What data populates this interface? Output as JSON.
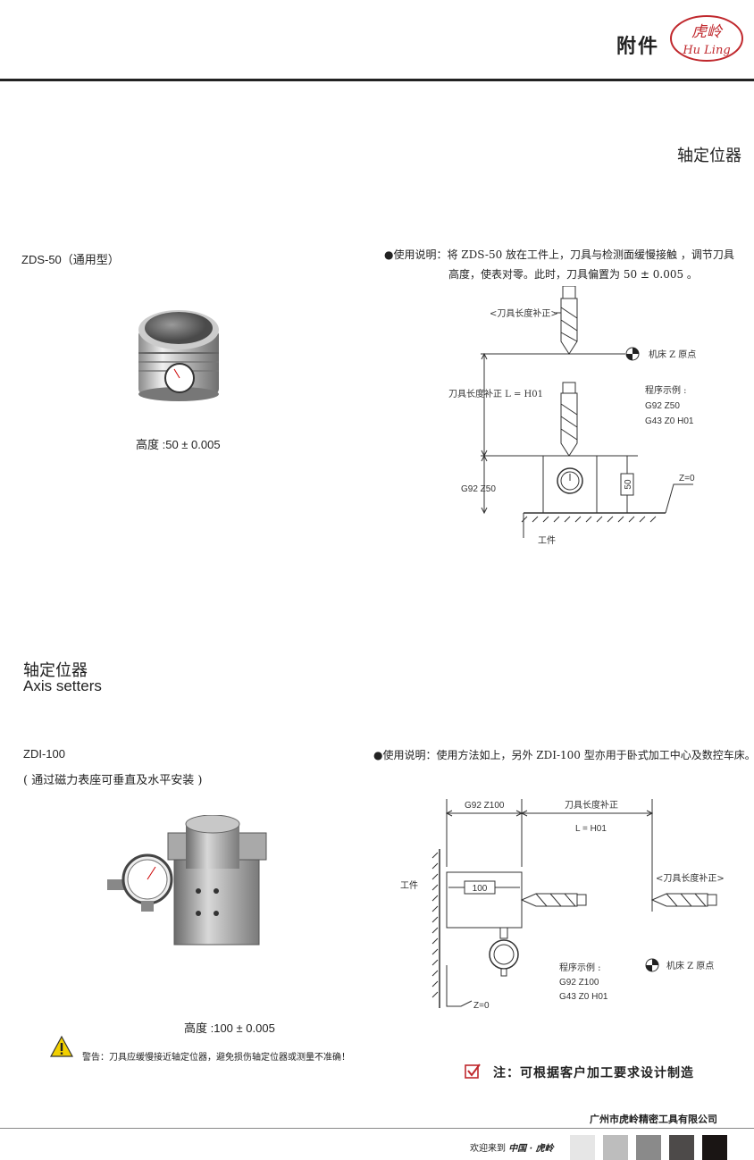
{
  "header": {
    "title": "附件",
    "logo_cn": "虎岭",
    "logo_en": "Hu Ling"
  },
  "section_title_right": "轴定位器",
  "product1": {
    "model": "ZDS-50（通用型）",
    "height_spec": "高度 :50 ± 0.005",
    "usage_line1": "●使用说明：将 ZDS-50 放在工件上，刀具与检测面缓慢接触 ，调节刀具",
    "usage_line2": "高度，使表对零。此时，刀具偏置为 50 ± 0.005 。",
    "diagram": {
      "tool_comp_label": "<刀具长度补正>",
      "machine_origin": "机床 Z 原点",
      "tool_comp_formula": "刀具长度补正 L = H01",
      "program_title": "程序示例 :",
      "program_line1": "G92 Z50",
      "program_line2": "G43 Z0 H01",
      "g92_label": "G92 Z50",
      "height_value": "50",
      "z_zero": "Z=0",
      "workpiece": "工件"
    }
  },
  "section2": {
    "title_cn": "轴定位器",
    "title_en": "Axis setters"
  },
  "product2": {
    "model": "ZDI-100",
    "mount_note": "( 通过磁力表座可垂直及水平安装 )",
    "height_spec": "高度 :100 ± 0.005",
    "usage": "●使用说明：使用方法如上，另外 ZDI-100 型亦用于卧式加工中心及数控车床。",
    "warning": "警告：刀具应缓慢接近轴定位器，避免损伤轴定位器或测量不准确！",
    "diagram": {
      "g92_label": "G92 Z100",
      "tool_comp_title": "刀具长度补正",
      "tool_comp_formula": "L = H01",
      "workpiece": "工件",
      "height_value": "100",
      "tool_comp_label": "<刀具长度补正>",
      "program_title": "程序示例 :",
      "program_line1": "G92 Z100",
      "program_line2": "G43 Z0 H01",
      "machine_origin": "机床 Z 原点",
      "z_zero": "Z=0"
    }
  },
  "note": "注：可根据客户加工要求设计制造",
  "footer": {
    "company": "广州市虎岭精密工具有限公司",
    "welcome": "欢迎来到",
    "welcome_brand": "中国 · 虎岭"
  },
  "colors": {
    "swatches": [
      "#e6e6e6",
      "#bdbdbd",
      "#8a8a8a",
      "#4d4a49",
      "#1a1514"
    ],
    "logo_red": "#c0282d"
  }
}
